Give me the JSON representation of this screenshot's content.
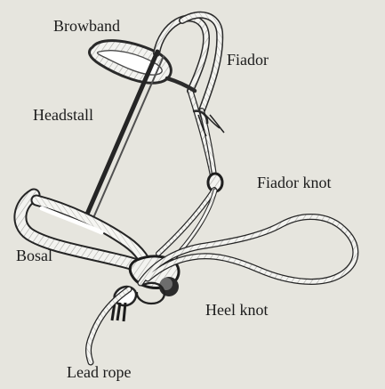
{
  "labels": {
    "browband": "Browband",
    "fiador": "Fiador",
    "headstall": "Headstall",
    "fiador_knot": "Fiador knot",
    "bosal": "Bosal",
    "heel_knot": "Heel knot",
    "lead_rope": "Lead rope"
  },
  "colors": {
    "paper": "#e8e6e0",
    "ink": "#1b1b1b",
    "rope_fill": "#f4f4f1",
    "rope_shade": "#b9b9b4"
  }
}
